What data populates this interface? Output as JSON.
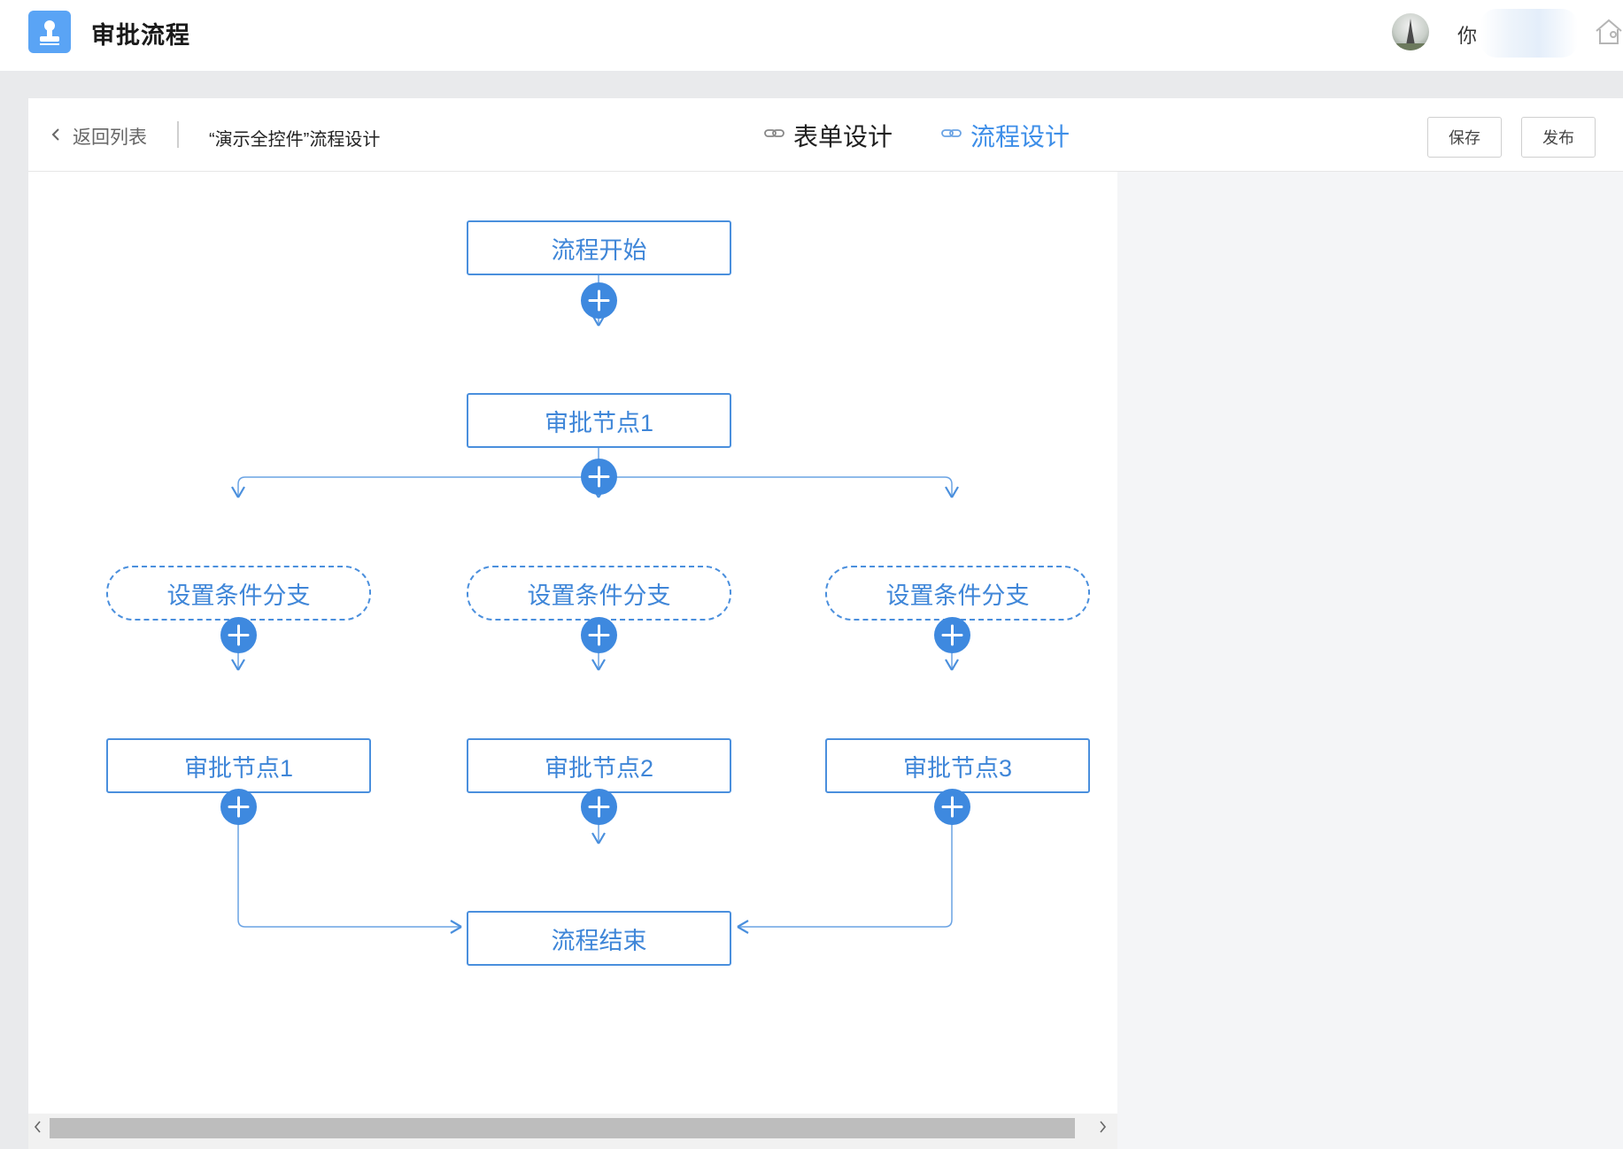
{
  "app": {
    "title": "审批流程"
  },
  "user": {
    "name": "你"
  },
  "header": {
    "back_label": "返回列表",
    "flow_name": "“演示全控件”流程设计",
    "tabs": [
      {
        "label": "表单设计",
        "active": false
      },
      {
        "label": "流程设计",
        "active": true
      }
    ],
    "save_label": "保存",
    "publish_label": "发布"
  },
  "flow": {
    "start": "流程开始",
    "approval": "审批节点1",
    "branches": [
      {
        "condition": "设置条件分支",
        "approval": "审批节点1"
      },
      {
        "condition": "设置条件分支",
        "approval": "审批节点2"
      },
      {
        "condition": "设置条件分支",
        "approval": "审批节点3"
      }
    ],
    "end": "流程结束"
  },
  "colors": {
    "accent": "#3e89df",
    "node_border": "#4a8fdd",
    "node_text": "#3f86d8",
    "app_logo": "#5aa4f5"
  }
}
